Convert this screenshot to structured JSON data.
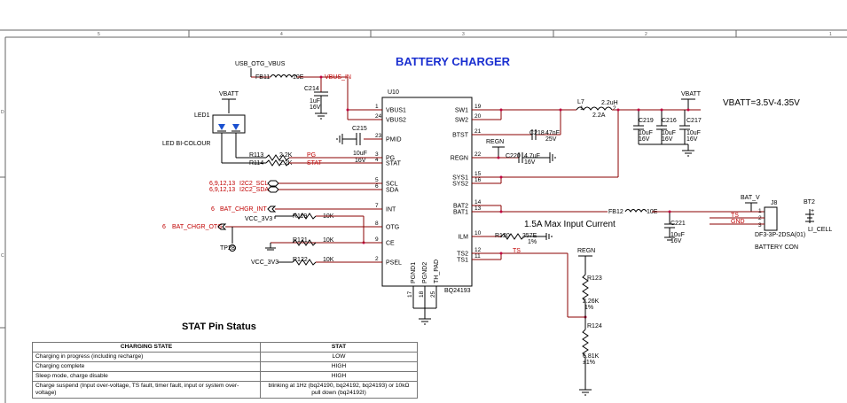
{
  "title": "BATTERY CHARGER",
  "vbatt_range": "VBATT=3.5V-4.35V",
  "input_current_note": "1.5A Max Input Current",
  "frame": {
    "cols": [
      "5",
      "4",
      "3",
      "2",
      "1"
    ],
    "rows": [
      "D",
      "C"
    ]
  },
  "ic": {
    "ref": "U10",
    "part": "BQ24193",
    "left_pins": [
      {
        "num": "1",
        "name": "VBUS1"
      },
      {
        "num": "24",
        "name": "VBUS2"
      },
      {
        "num": "23",
        "name": "PMID"
      },
      {
        "num": "3",
        "name": "PG"
      },
      {
        "num": "4",
        "name": "STAT"
      },
      {
        "num": "5",
        "name": "SCL"
      },
      {
        "num": "6",
        "name": "SDA"
      },
      {
        "num": "7",
        "name": "INT"
      },
      {
        "num": "8",
        "name": "OTG"
      },
      {
        "num": "9",
        "name": "CE"
      },
      {
        "num": "2",
        "name": "PSEL"
      }
    ],
    "right_pins": [
      {
        "num": "19",
        "name": "SW1"
      },
      {
        "num": "20",
        "name": "SW2"
      },
      {
        "num": "21",
        "name": "BTST"
      },
      {
        "num": "22",
        "name": "REGN"
      },
      {
        "num": "15",
        "name": "SYS1"
      },
      {
        "num": "16",
        "name": "SYS2"
      },
      {
        "num": "14",
        "name": "BAT2"
      },
      {
        "num": "13",
        "name": "BAT1"
      },
      {
        "num": "10",
        "name": "ILM"
      },
      {
        "num": "12",
        "name": "TS2"
      },
      {
        "num": "11",
        "name": "TS1"
      }
    ],
    "bottom_pins": [
      {
        "num": "17",
        "name": "PGND1"
      },
      {
        "num": "18",
        "name": "PGND2"
      },
      {
        "num": "25",
        "name": "TH_PAD"
      }
    ]
  },
  "labels": {
    "usb_otg_vbus": "USB_OTG_VBUS",
    "fb11": "FB11",
    "fb11_val": "10E",
    "vbus_in": "VBUS_IN",
    "c214": "C214",
    "c214_v1": "1uF",
    "c214_v2": "16V",
    "c215": "C215",
    "c215_v1": "10uF",
    "c215_v2": "16V",
    "vbatt_led": "VBATT",
    "led1": "LED1",
    "led_desc": "LED BI-COLOUR",
    "r113": "R113",
    "r113_val": "2.2K",
    "pg": "PG",
    "r114": "R114",
    "r114_val": "2.2K",
    "stat": "STAT",
    "scl_refs": "6,9,12,13",
    "scl": "I2C2_SCL",
    "sda_refs": "6,9,12,13",
    "sda": "I2C2_SDA",
    "int_ref": "6",
    "int": "BAT_CHGR_INT",
    "otg_ref": "6",
    "otg": "BAT_CHGR_OTG",
    "vcc1": "VCC_3V3",
    "r119": "R119",
    "r119_val": "10K",
    "r121": "R121",
    "r121_val": "10K",
    "tp28": "TP28",
    "vcc2": "VCC_3V3",
    "r122": "R122",
    "r122_val": "10K",
    "l7": "L7",
    "l7_p1": "1",
    "l7_p2": "2",
    "l7_val": "2.2uH",
    "l7_cur": "2.2A",
    "c218": "C218",
    "c218_v1": "47nF",
    "c218_v2": "25V",
    "regn1": "REGN",
    "c220": "C220",
    "c220_v1": "4.7uF",
    "c220_v2": "16V",
    "vbatt2": "VBATT",
    "c219": "C219",
    "c219_v1": "10uF",
    "c219_v2": "16V",
    "c216": "C216",
    "c216_v1": "10uF",
    "c216_v2": "16V",
    "c217": "C217",
    "c217_v1": "10uF",
    "c217_v2": "16V",
    "fb12": "FB12",
    "fb12_val": "10E",
    "bat_v": "BAT_V",
    "c221": "C221",
    "c221_v1": "10uF",
    "c221_v2": "16V",
    "j8": "J8",
    "j8_p1": "1",
    "j8_p2": "2",
    "j8_p3": "3",
    "ts_net": "TS",
    "gnd_net": "GND",
    "j8_part": "DF3-3P-2DSA(01)",
    "j8_desc": "BATTERY CON",
    "bt2": "BT2",
    "bt2_desc": "LI_CELL",
    "r120": "R120",
    "r120_val": "357E",
    "r120_tol": "1%",
    "ts": "TS",
    "regn2": "REGN",
    "r123": "R123",
    "r123_val": "2.26K",
    "r123_tol": "1%",
    "r124": "R124",
    "r124_val": "6.81K",
    "r124_tol": "±1%"
  },
  "stat_table": {
    "title": "STAT Pin Status",
    "headers": [
      "CHARGING STATE",
      "STAT"
    ],
    "rows": [
      [
        "Charging in progress (including recharge)",
        "LOW"
      ],
      [
        "Charging complete",
        "HIGH"
      ],
      [
        "Sleep mode, charge disable",
        "HIGH"
      ],
      [
        "Charge suspend (Input over-voltage, TS fault, timer fault, input or system over-voltage)",
        "blinking at 1Hz (bq24190, bq24192, bq24193) or 10kΩ pull down (bq24192I)"
      ]
    ]
  }
}
